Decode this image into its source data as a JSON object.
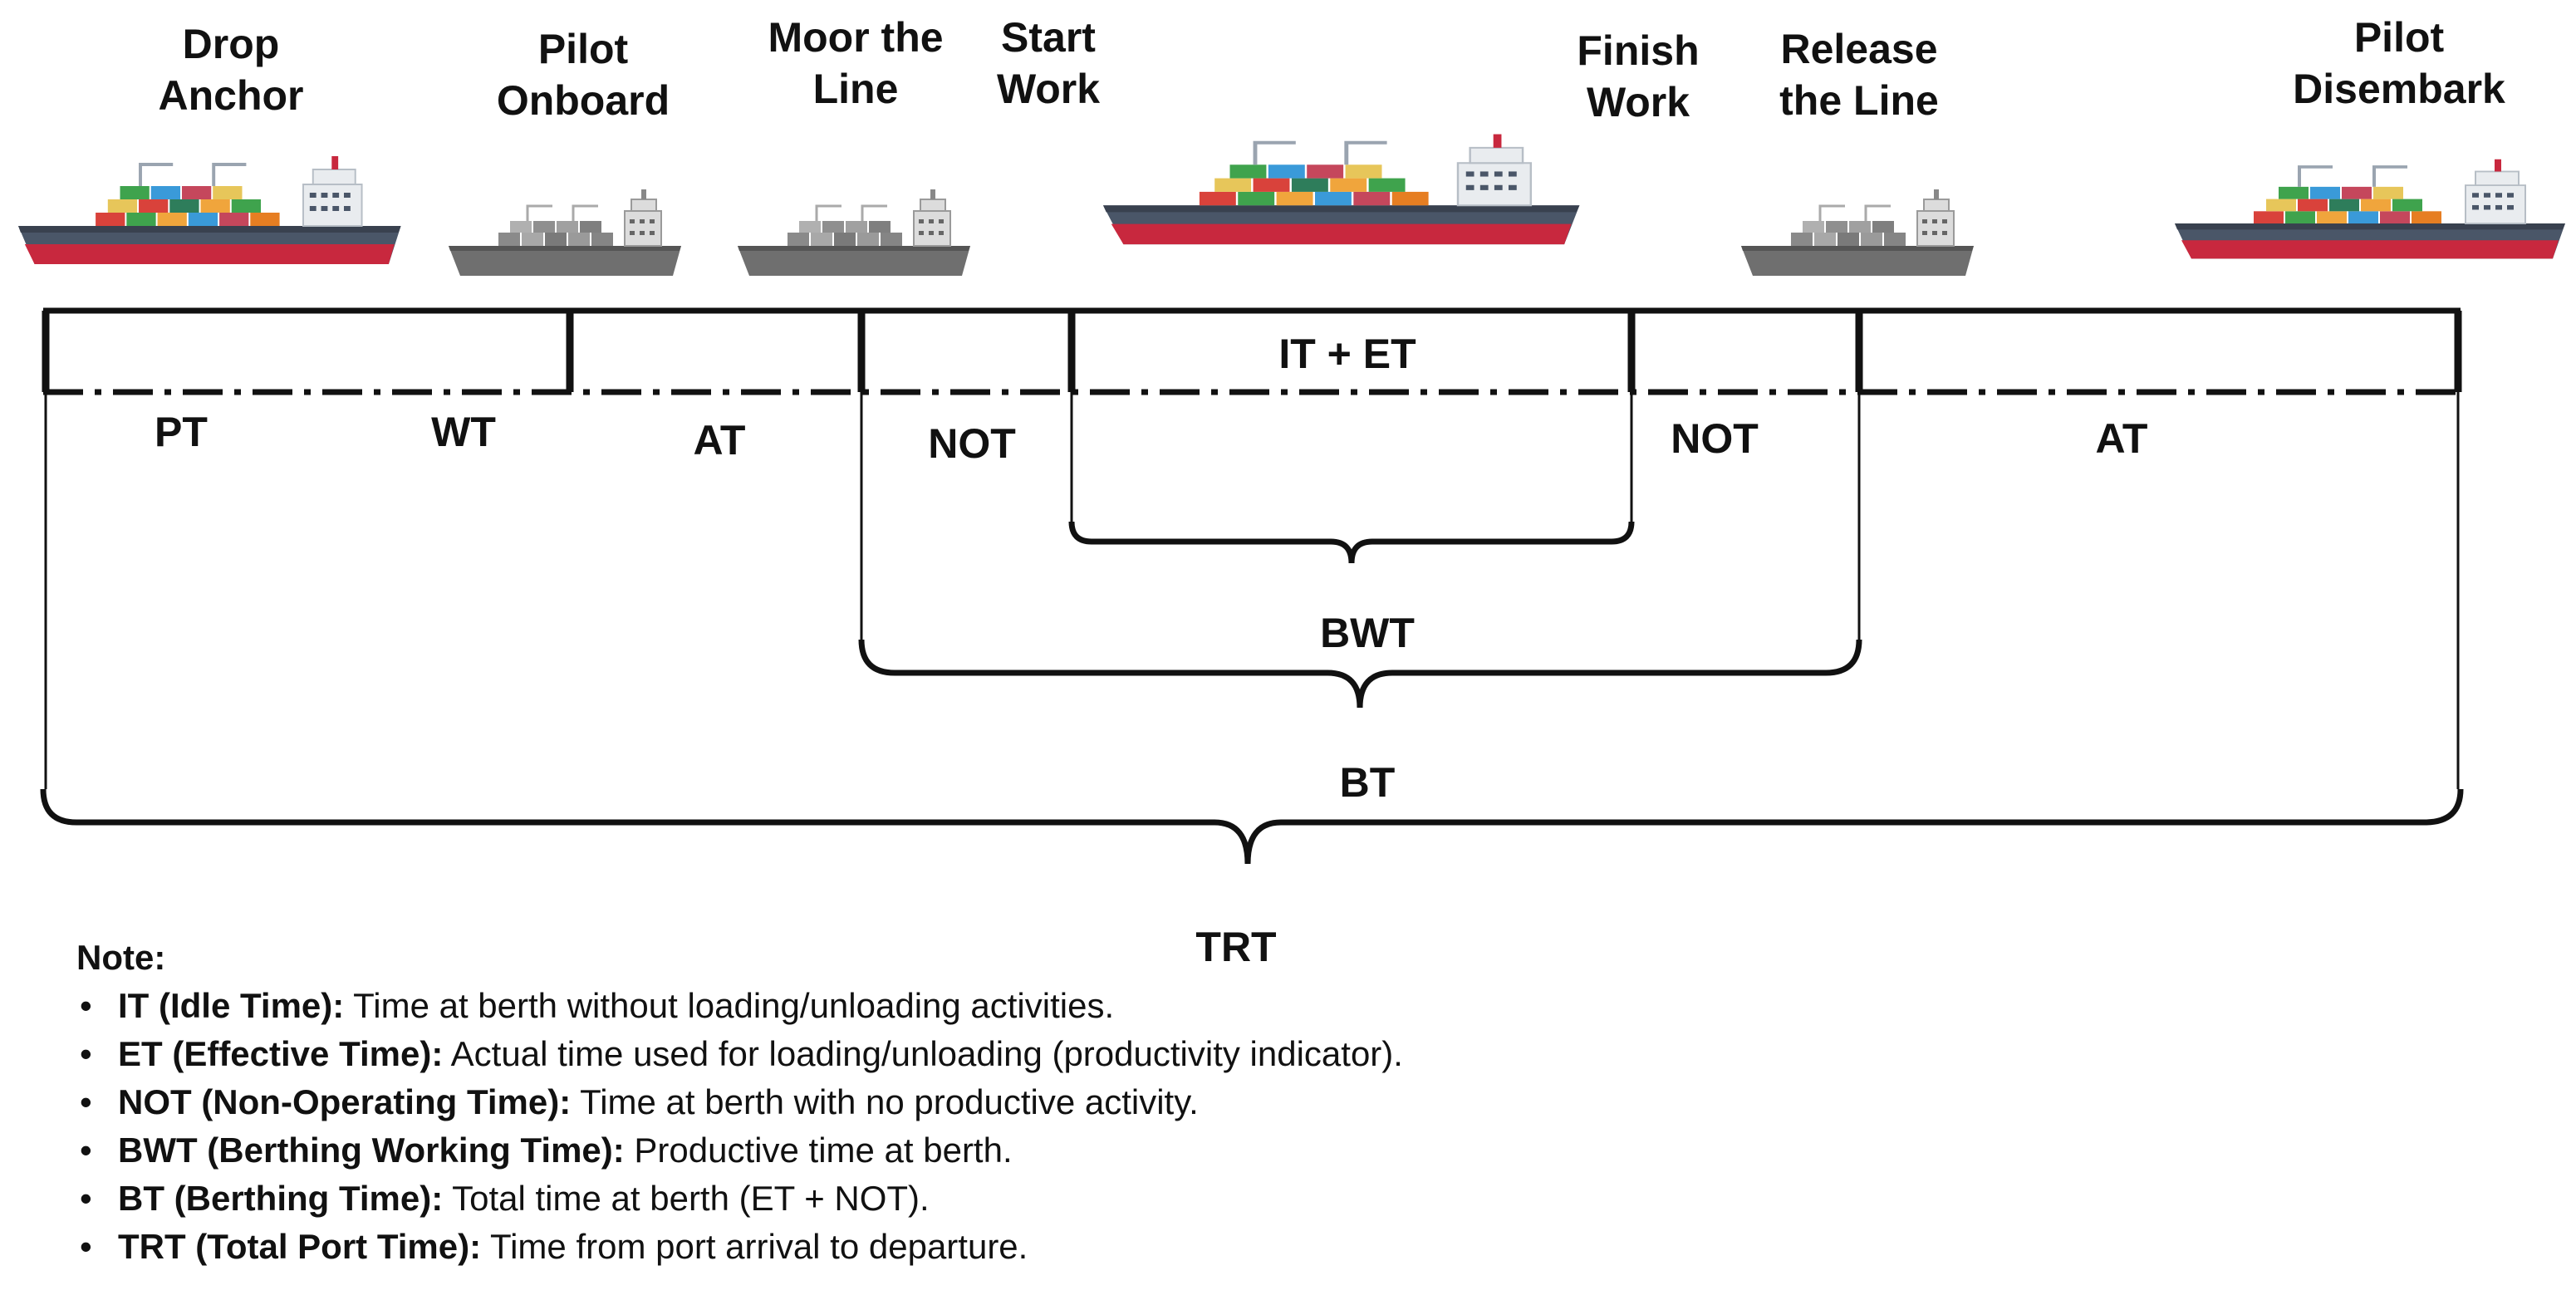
{
  "colors": {
    "hull_red": "#c8283e",
    "hull_blue": "#4a5668",
    "superstructure": "#e9ecef",
    "container_palette": [
      "#d9423b",
      "#f0a53c",
      "#3fa34d",
      "#3a9ad9",
      "#e7c65a",
      "#c5475c",
      "#2e7d5b",
      "#e67e22"
    ],
    "grey_ship": "#8a8a8a",
    "line": "#111111"
  },
  "events": [
    {
      "id": "drop-anchor",
      "label": "Drop\nAnchor",
      "ship": "ship-large-color-icon"
    },
    {
      "id": "pilot-onboard",
      "label": "Pilot\nOnboard",
      "ship": "ship-small-grey-icon"
    },
    {
      "id": "moor-the-line",
      "label": "Moor the\nLine",
      "ship": "ship-small-grey-icon"
    },
    {
      "id": "start-work",
      "label": "Start\nWork",
      "ship": ""
    },
    {
      "id": "finish-work",
      "label": "Finish\nWork",
      "ship": "ship-large-color-icon"
    },
    {
      "id": "release-the-line",
      "label": "Release\nthe Line",
      "ship": "ship-small-grey-icon"
    },
    {
      "id": "pilot-disembark",
      "label": "Pilot\nDisembark",
      "ship": "ship-large-color-icon"
    }
  ],
  "segments": {
    "pt": "PT",
    "wt": "WT",
    "at_left": "AT",
    "not_left": "NOT",
    "it_et": "IT + ET",
    "not_right": "NOT",
    "at_right": "AT"
  },
  "braces": {
    "bwt": "BWT",
    "bt": "BT",
    "trt": "TRT"
  },
  "notes": {
    "title": "Note:",
    "items": [
      {
        "term": "IT (Idle Time):",
        "desc": " Time at berth without loading/unloading activities."
      },
      {
        "term": "ET (Effective Time):",
        "desc": " Actual time used for loading/unloading (productivity indicator)."
      },
      {
        "term": "NOT (Non-Operating Time):",
        "desc": " Time at berth with no productive activity."
      },
      {
        "term": "BWT (Berthing Working Time):",
        "desc": " Productive time at berth."
      },
      {
        "term": "BT (Berthing Time):",
        "desc": " Total time at berth (ET + NOT)."
      },
      {
        "term": "TRT (Total Port Time):",
        "desc": " Time from port arrival to departure."
      }
    ]
  }
}
